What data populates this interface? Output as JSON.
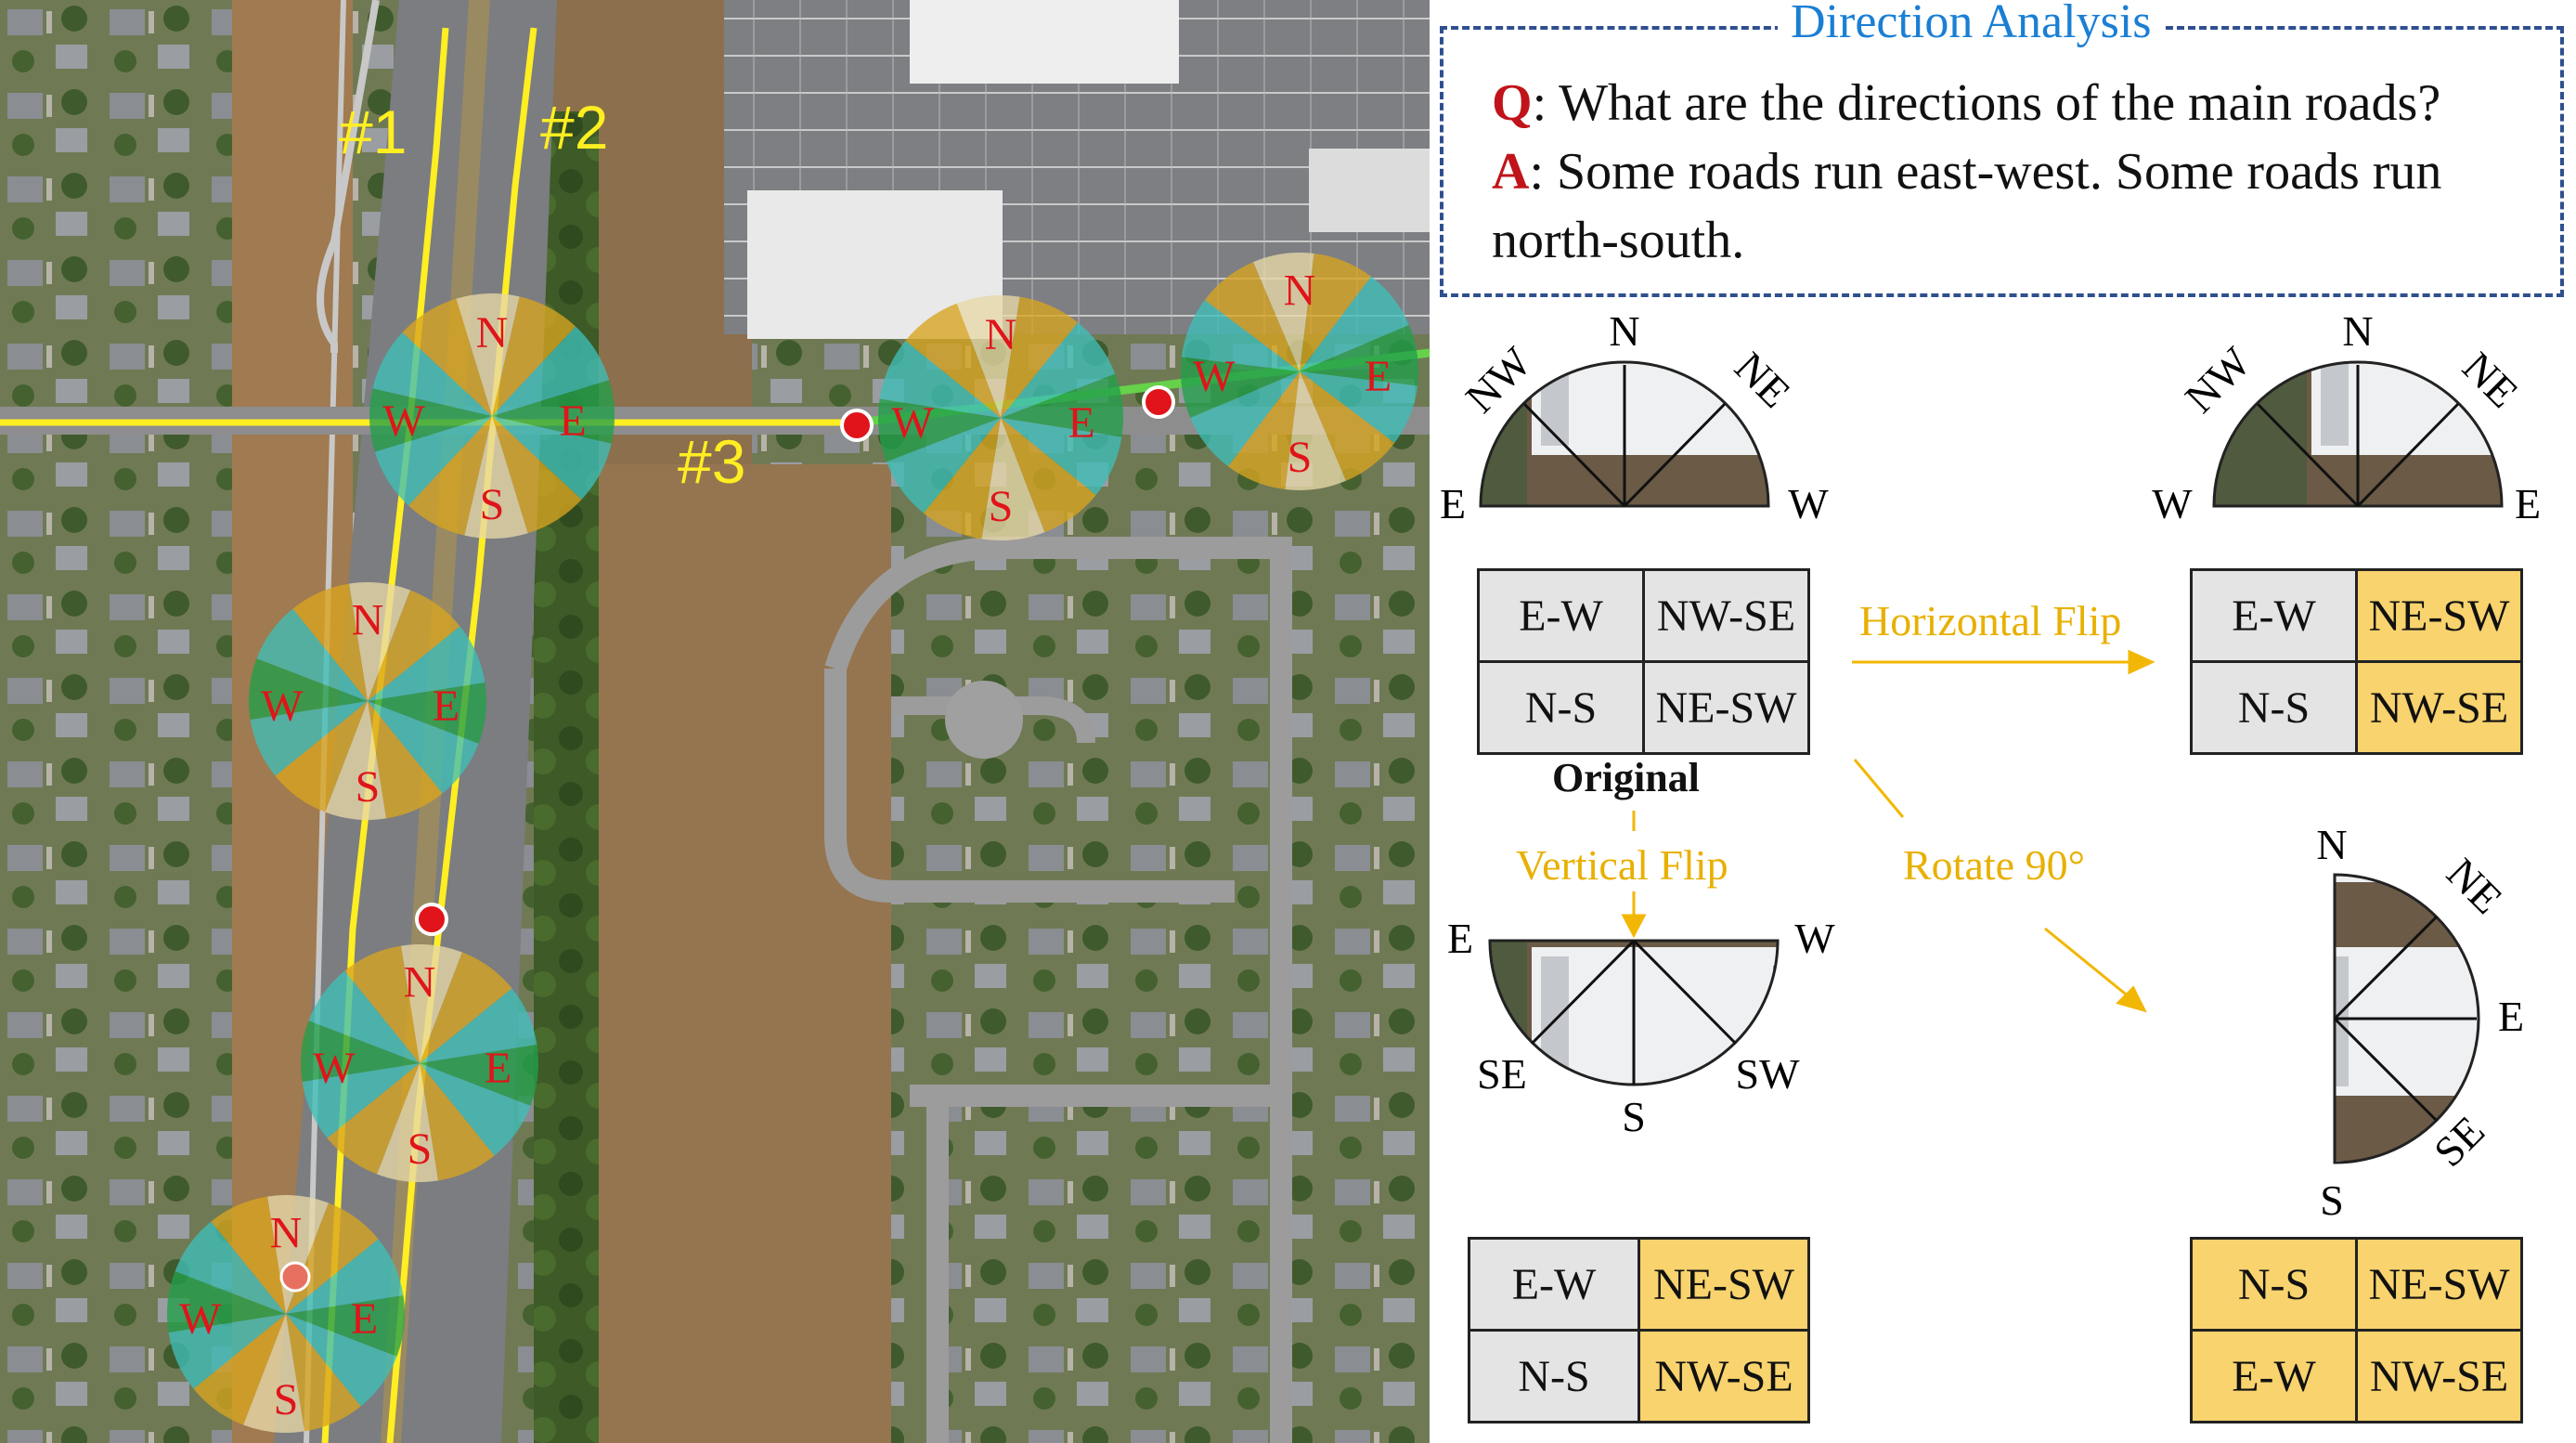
{
  "map": {
    "road_labels": [
      "#1",
      "#2",
      "#3"
    ],
    "compass_letters": {
      "n": "N",
      "s": "S",
      "e": "E",
      "w": "W"
    }
  },
  "panel": {
    "title": "Direction Analysis",
    "q_prefix": "Q",
    "question": ": What are the directions of the main roads?",
    "a_prefix": "A",
    "answer_line1": ": Some roads run east-west. Some roads run",
    "answer_line2": "north-south."
  },
  "diagrams": {
    "original": {
      "top": "N",
      "left_diag": "NW",
      "right_diag": "NE",
      "left": "E",
      "right": "W"
    },
    "horizontal": {
      "top": "N",
      "left_diag": "NW",
      "right_diag": "NE",
      "left": "W",
      "right": "E"
    },
    "vertical": {
      "left": "E",
      "right": "W",
      "left_diag": "SE",
      "right_diag": "SW",
      "bottom": "S"
    },
    "rotated": {
      "top": "N",
      "diag_top": "NE",
      "right": "E",
      "diag_bottom": "SE",
      "bottom": "S"
    }
  },
  "labels": {
    "original": "Original",
    "horizontal_flip": "Horizontal Flip",
    "vertical_flip": "Vertical Flip",
    "rotate": "Rotate 90°"
  },
  "tables": {
    "original": [
      [
        "E-W",
        "NW-SE"
      ],
      [
        "N-S",
        "NE-SW"
      ]
    ],
    "horizontal": [
      [
        "E-W",
        "NE-SW"
      ],
      [
        "N-S",
        "NW-SE"
      ]
    ],
    "vertical": [
      [
        "E-W",
        "NE-SW"
      ],
      [
        "N-S",
        "NW-SE"
      ]
    ],
    "rotated": [
      [
        "N-S",
        "NE-SW"
      ],
      [
        "E-W",
        "NW-SE"
      ]
    ]
  },
  "colors": {
    "gold": "#d9a520",
    "teal": "#3fbfb8",
    "green": "#22a04a",
    "beige": "#e8d9a8",
    "road": "#ffee22",
    "marker": "#e0141a",
    "compass_text": "#e0141a",
    "accent_blue": "#1a7fd4",
    "border_blue": "#2f4f8f",
    "arrow": "#f2b705",
    "cell_gray": "#e4e4e4",
    "cell_yellow": "#f8d36e"
  }
}
